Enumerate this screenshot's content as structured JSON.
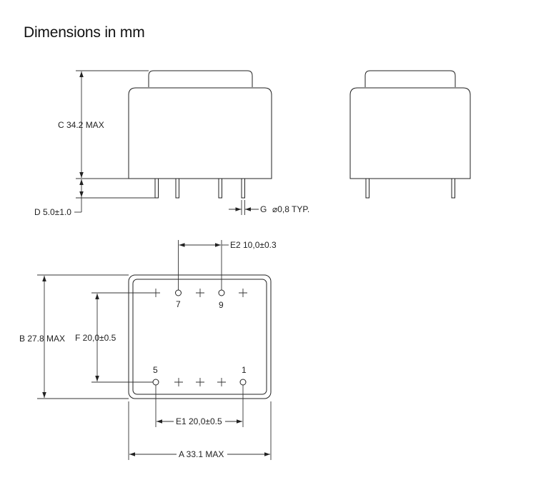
{
  "title": "Dimensions in mm",
  "dimensions": {
    "c": "C 34.2 MAX",
    "d": "D 5.0±1.0",
    "g": "G",
    "g_note": "⌀0,8 TYP.",
    "e2": "E2 10,0±0.3",
    "b": "B 27.8 MAX",
    "f": "F 20,0±0.5",
    "e1": "E1 20,0±0.5",
    "a": "A 33.1 MAX"
  },
  "pins": {
    "p7": "7",
    "p9": "9",
    "p5": "5",
    "p1": "1"
  }
}
